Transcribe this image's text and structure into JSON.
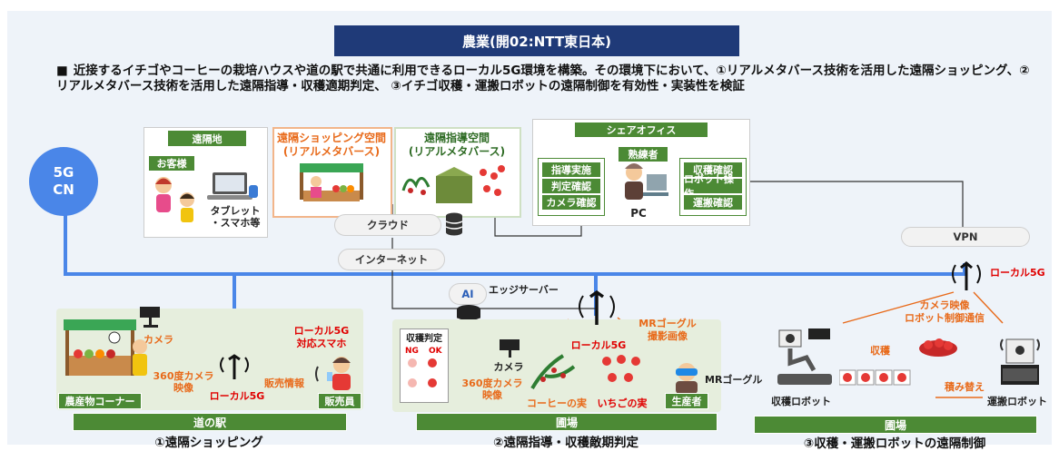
{
  "title": "農業(開02:NTT東日本)",
  "description_bullet": "■",
  "description": "近接するイチゴやコーヒーの栽培ハウスや道の駅で共通に利用できるローカル5G環境を構築。その環境下において、①リアルメタバース技術を活用した遠隔ショッピング、②リアルメタバース技術を活用した遠隔指導・収穫適期判定、 ③イチゴ収穫・運搬ロボットの遠隔制御を有効性・実装性を検証",
  "core": {
    "line1": "5G",
    "line2": "CN"
  },
  "remote": {
    "header": "遠隔地",
    "customer": "お客様",
    "device_line1": "タブレット",
    "device_line2": "・スマホ等"
  },
  "shop_space": {
    "line1": "遠隔ショッピング空間",
    "line2": "(リアルメタバース)"
  },
  "guide_space": {
    "line1": "遠隔指導空間",
    "line2": "(リアルメタバース)"
  },
  "office": {
    "header": "シェアオフィス",
    "expert": "熟練者",
    "pc": "PC",
    "left": [
      "指導実施",
      "判定確認",
      "カメラ確認"
    ],
    "right": [
      "収穫確認",
      "ロボット操作",
      "運搬確認"
    ]
  },
  "network": {
    "cloud": "クラウド",
    "internet": "インターネット",
    "edge": "エッジサーバー",
    "ai": "AI",
    "vpn": "VPN"
  },
  "station": {
    "camera": "カメラ",
    "corner": "農産物コーナー",
    "cam360_line1": "360度カメラ",
    "cam360_line2": "映像",
    "local5g": "ローカル5G",
    "phone_line1": "ローカル5G",
    "phone_line2": "対応スマホ",
    "sales_info": "販売情報",
    "clerk": "販売員",
    "area": "道の駅",
    "caption": "①遠隔ショッピング"
  },
  "farm": {
    "judge": "収穫判定",
    "ng": "NG",
    "ok": "OK",
    "camera": "カメラ",
    "local5g": "ローカル5G",
    "mr_line1": "MRゴーグル",
    "mr_line2": "撮影画像",
    "cam360_line1": "360度カメラ",
    "cam360_line2": "映像",
    "coffee": "コーヒーの実",
    "strawberry": "いちごの実",
    "goggle": "MRゴーグル",
    "producer": "生産者",
    "area": "圃場",
    "caption": "②遠隔指導・収穫敵期判定"
  },
  "robot": {
    "local5g": "ローカル5G",
    "comm_line1": "カメラ映像",
    "comm_line2": "ロボット制御通信",
    "harvest": "収穫",
    "reload": "積み替え",
    "harvest_robot": "収穫ロボット",
    "transport_robot": "運搬ロボット",
    "area": "圃場",
    "caption": "③収穫・運搬ロボットの遠隔制御"
  },
  "colors": {
    "accent": "#1f3a78",
    "net": "#4a86e8",
    "green": "#4c8a35",
    "orange": "#e86a1a",
    "red": "#e00000"
  }
}
